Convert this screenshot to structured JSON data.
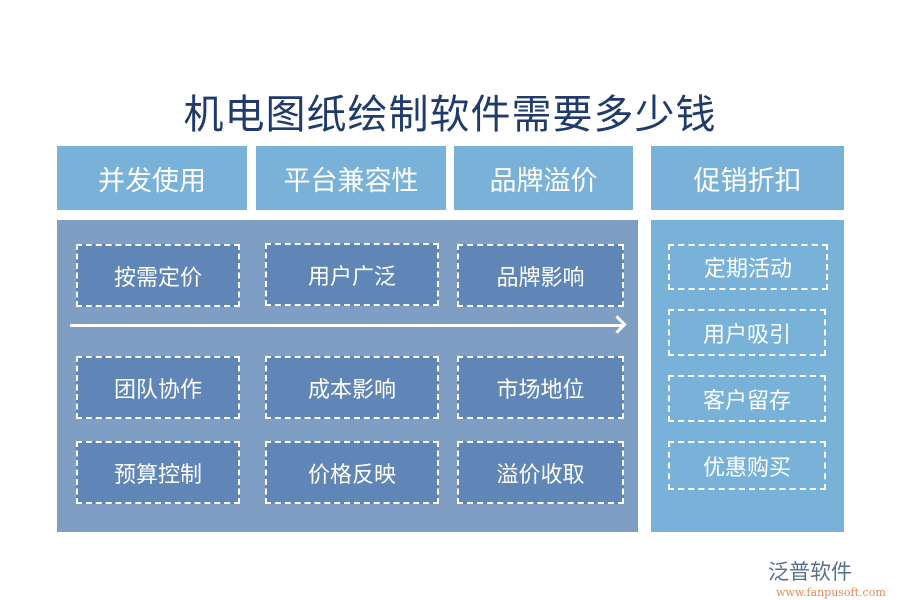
{
  "title": "机电图纸绘制软件需要多少钱",
  "colors": {
    "header": "#79b1d9",
    "left_panel": "#7f9ec4",
    "left_box": "#5f86b6",
    "right_panel": "#78b2d9",
    "title": "#1f3a6b"
  },
  "headers": [
    "并发使用",
    "平台兼容性",
    "品牌溢价",
    "促销折扣"
  ],
  "left_grid": {
    "row1": [
      "按需定价",
      "用户广泛",
      "品牌影响"
    ],
    "row2": [
      "团队协作",
      "成本影响",
      "市场地位"
    ],
    "row3": [
      "预算控制",
      "价格反映",
      "溢价收取"
    ]
  },
  "right_list": [
    "定期活动",
    "用户吸引",
    "客户留存",
    "优惠购买"
  ],
  "logo": {
    "name": "泛普软件",
    "url": "www.fanpusoft.com"
  }
}
